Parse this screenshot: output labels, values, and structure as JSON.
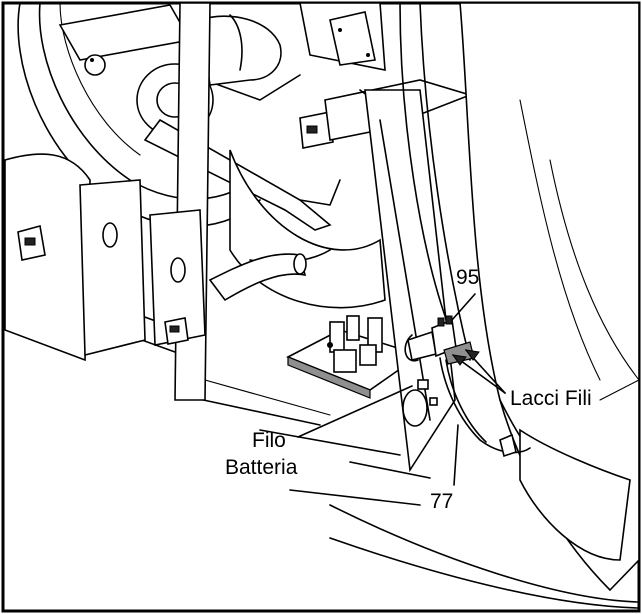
{
  "labels": {
    "part_95": "95",
    "wire_ties": "Lacci Fili",
    "battery_wire_line1": "Filo",
    "battery_wire_line2": "Batteria",
    "part_77": "77"
  }
}
